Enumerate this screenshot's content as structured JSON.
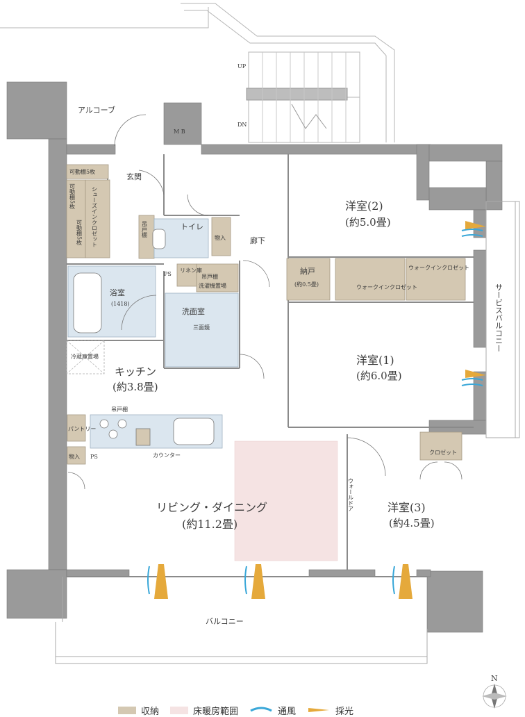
{
  "colors": {
    "storage": "#d4c8b2",
    "floor_heating": "#f5e3e3",
    "wet_area": "#dbe6ef",
    "wall": "#9a9a9a",
    "wind": "#39a7d8",
    "light": "#e5a93b"
  },
  "rooms": {
    "alcove": "アルコーブ",
    "mb": "M B",
    "entrance": "玄関",
    "toilet": "トイレ",
    "hallway": "廊下",
    "bath": "浴室",
    "bath_size": "(1418)",
    "washroom": "洗面室",
    "mirror": "三面鏡",
    "kitchen": "キッチン",
    "kitchen_size": "(約3.8畳)",
    "living": "リビング・ダイニング",
    "living_size": "(約11.2畳)",
    "western2": "洋室(2)",
    "western2_size": "(約5.0畳)",
    "western1": "洋室(1)",
    "western1_size": "(約6.0畳)",
    "western3": "洋室(3)",
    "western3_size": "(約4.5畳)",
    "balcony": "バルコニー",
    "service_balcony": "サービスバルコニー"
  },
  "storage": {
    "shelf_5": "可動棚5枚",
    "shelf_a": "可動棚5枚",
    "shoe_in": "シューズインクロゼット",
    "shelf_b": "可動棚5枚",
    "hanging_1": "吊戸棚",
    "storage_in_1": "物入",
    "linen": "リネン庫",
    "hanging_washer": "吊戸棚",
    "washer": "洗濯機置場",
    "nando": "納戸",
    "nando_size": "(約0.5畳)",
    "wic_1": "ウォークインクロゼット",
    "wic_2": "ウォークインクロゼット",
    "fridge": "冷蔵庫置場",
    "pantry": "パントリー",
    "storage_in_2": "物入",
    "hanging_kitchen": "吊戸棚",
    "counter": "カウンター",
    "closet": "クロゼット",
    "wall_door": "ウォールドア"
  },
  "labels": {
    "ps1": "PS",
    "ps2": "PS",
    "up": "UP",
    "dn": "DN",
    "north": "N"
  },
  "legend": {
    "storage": "収納",
    "floor_heating": "床暖房範囲",
    "wind": "通風",
    "light": "採光"
  }
}
